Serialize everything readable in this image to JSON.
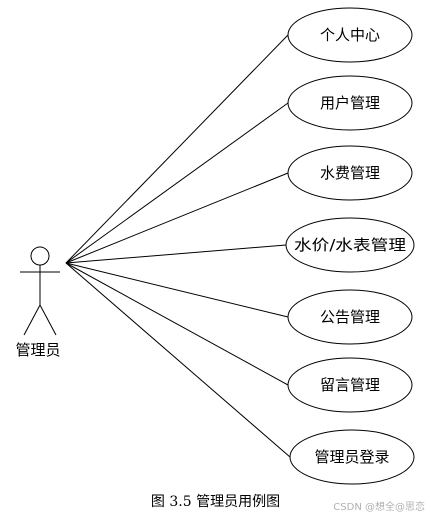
{
  "actor": {
    "label": "管理员"
  },
  "use_cases": [
    {
      "label": "个人中心"
    },
    {
      "label": "用户管理"
    },
    {
      "label": "水费管理"
    },
    {
      "label": "水价/水表管理"
    },
    {
      "label": "公告管理"
    },
    {
      "label": "留言管理"
    },
    {
      "label": "管理员登录"
    }
  ],
  "caption": "图 3.5  管理员用例图",
  "watermark": "CSDN @想全@思恋",
  "colors": {
    "stroke": "#000000",
    "background": "#ffffff"
  }
}
